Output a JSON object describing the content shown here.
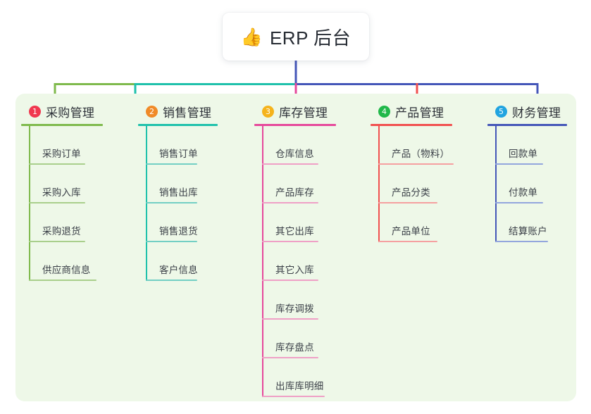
{
  "root": {
    "icon": "thumbs-up-icon",
    "emoji": "👍",
    "title": "ERP 后台"
  },
  "palette": {
    "panel_bg": "#eef8e8",
    "card_bg": "#ffffff",
    "text": "#2d3138",
    "stem": "#4456b8",
    "bus_left": "#7fba4c",
    "bus_mid": "#1fc1ab",
    "bus_right": "#4456b8"
  },
  "columns": [
    {
      "index": "1",
      "title": "采购管理",
      "badge_color": "#f0384f",
      "line_color": "#7fba4c",
      "rule_color": "#7fba4c",
      "item_rule_color": "#a9cf8c",
      "items": [
        {
          "label": "采购订单"
        },
        {
          "label": "采购入库"
        },
        {
          "label": "采购退货"
        },
        {
          "label": "供应商信息"
        }
      ]
    },
    {
      "index": "2",
      "title": "销售管理",
      "badge_color": "#f08a28",
      "line_color": "#1fc1ab",
      "rule_color": "#1fc1ab",
      "item_rule_color": "#73cfc4",
      "items": [
        {
          "label": "销售订单"
        },
        {
          "label": "销售出库"
        },
        {
          "label": "销售退货"
        },
        {
          "label": "客户信息"
        }
      ]
    },
    {
      "index": "3",
      "title": "库存管理",
      "badge_color": "#f5b31c",
      "line_color": "#e6489b",
      "rule_color": "#e6489b",
      "item_rule_color": "#efa0c6",
      "items": [
        {
          "label": "仓库信息"
        },
        {
          "label": "产品库存"
        },
        {
          "label": "其它出库"
        },
        {
          "label": "其它入库"
        },
        {
          "label": "库存调拨"
        },
        {
          "label": "库存盘点"
        },
        {
          "label": "出库库明细"
        }
      ]
    },
    {
      "index": "4",
      "title": "产品管理",
      "badge_color": "#20b84a",
      "line_color": "#f1504f",
      "rule_color": "#f1504f",
      "item_rule_color": "#f5a0a0",
      "items": [
        {
          "label": "产品（物料）"
        },
        {
          "label": "产品分类"
        },
        {
          "label": "产品单位"
        }
      ]
    },
    {
      "index": "5",
      "title": "财务管理",
      "badge_color": "#21a4e0",
      "line_color": "#4456b8",
      "rule_color": "#4456b8",
      "item_rule_color": "#93a6dd",
      "items": [
        {
          "label": "回款单"
        },
        {
          "label": "付款单"
        },
        {
          "label": "结算账户"
        }
      ]
    }
  ],
  "layout": {
    "column_x": [
      30,
      196,
      361,
      526,
      692
    ],
    "rule_widths": [
      [
        80,
        80,
        80,
        96
      ],
      [
        73,
        73,
        73,
        73
      ],
      [
        80,
        80,
        80,
        80,
        80,
        80,
        89
      ],
      [
        107,
        84,
        84
      ],
      [
        68,
        68,
        75
      ]
    ],
    "head_rule_widths": [
      116,
      113,
      116,
      116,
      113
    ]
  }
}
